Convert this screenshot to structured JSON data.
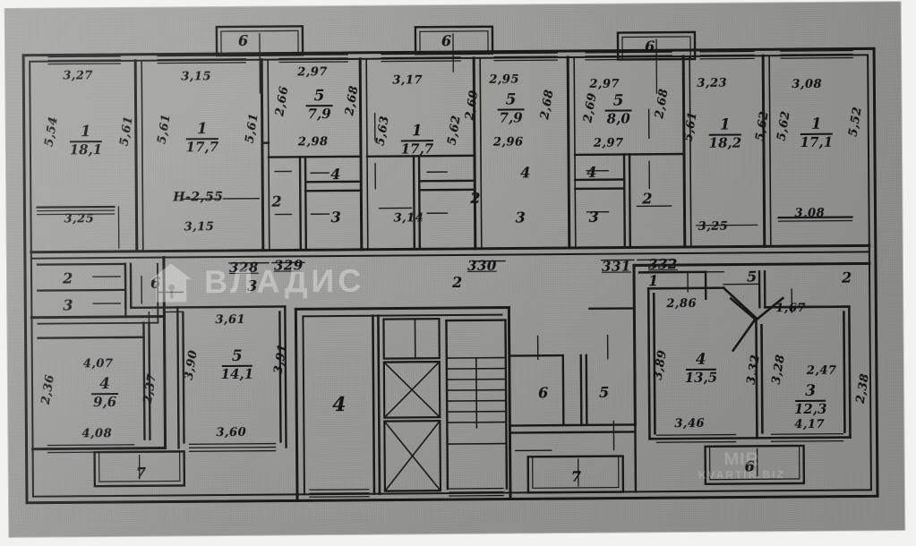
{
  "document": {
    "kind": "apartment-building-floor-plan",
    "sheet_background": "#a9a9a6",
    "ink_color": "#16161a"
  },
  "watermark": {
    "brand": "ВЛАДИС",
    "logo_icon": "house-with-key-icon",
    "secondary_line1": "MIR",
    "secondary_line2": "KVARTIR.BIZ"
  },
  "notes": {
    "ceiling_height": "H-2,55"
  },
  "apartment_numbers": [
    "328",
    "329",
    "330",
    "331",
    "332"
  ],
  "balconies_top": [
    "6",
    "6",
    "6"
  ],
  "balconies_bottom": [
    "7",
    "7",
    "6"
  ],
  "apartments": [
    {
      "id": "apt-left-1",
      "rooms": [
        {
          "num": "1",
          "area": "18,1",
          "dims": {
            "top": "3,27",
            "left": "5,54",
            "right": "5,61",
            "bottom": "3,25"
          }
        }
      ]
    },
    {
      "id": "apt-left-2",
      "rooms": [
        {
          "num": "1",
          "area": "17,7",
          "dims": {
            "top": "3,15",
            "left": "5,61",
            "right": "5,61",
            "bottom": "3,15"
          }
        },
        {
          "num": "5",
          "area": "7,9",
          "dims": {
            "top": "2,97",
            "left": "2,66",
            "right": "2,68",
            "bottom": "2,98"
          }
        },
        {
          "num": "2",
          "area": "",
          "dims": {}
        },
        {
          "num": "3",
          "area": "",
          "dims": {}
        },
        {
          "num": "4",
          "area": "",
          "dims": {}
        }
      ]
    },
    {
      "id": "apt-center-3",
      "rooms": [
        {
          "num": "1",
          "area": "17,7",
          "dims": {
            "top": "3,17",
            "left": "5,63",
            "right": "5,62",
            "bottom": "3,14"
          }
        },
        {
          "num": "5",
          "area": "7,9",
          "dims": {
            "top": "2,95",
            "left": "2,69",
            "right": "2,68",
            "bottom": "2,96"
          }
        },
        {
          "num": "2",
          "area": "",
          "dims": {}
        },
        {
          "num": "3",
          "area": "",
          "dims": {}
        },
        {
          "num": "4",
          "area": "",
          "dims": {}
        }
      ]
    },
    {
      "id": "apt-center-4",
      "rooms": [
        {
          "num": "5",
          "area": "8,0",
          "dims": {
            "top": "2,97",
            "left": "2,69",
            "right": "2,68",
            "bottom": "2,97"
          }
        },
        {
          "num": "2",
          "area": "",
          "dims": {}
        },
        {
          "num": "3",
          "area": "",
          "dims": {}
        },
        {
          "num": "4",
          "area": "",
          "dims": {}
        }
      ]
    },
    {
      "id": "apt-right-5",
      "rooms": [
        {
          "num": "1",
          "area": "18,2",
          "dims": {
            "top": "3,23",
            "left": "5,61",
            "right": "5,62",
            "bottom": "3,25"
          }
        },
        {
          "num": "1",
          "area": "17,1",
          "dims": {
            "top": "3,08",
            "left": "5,62",
            "right": "5,52",
            "bottom": "3,08"
          }
        }
      ]
    },
    {
      "id": "apt-lower-left",
      "rooms": [
        {
          "num": "4",
          "area": "9,6",
          "dims": {
            "top": "4,07",
            "left": "2,36",
            "right": "2,37",
            "bottom": "4,08"
          }
        },
        {
          "num": "5",
          "area": "14,1",
          "dims": {
            "top": "3,61",
            "left": "3,90",
            "right": "3,91",
            "bottom": "3,60"
          }
        },
        {
          "num": "6",
          "area": "",
          "dims": {}
        },
        {
          "num": "2",
          "area": "",
          "dims": {}
        },
        {
          "num": "3",
          "area": "",
          "dims": {}
        },
        {
          "num": "3",
          "area": "",
          "dims": {}
        }
      ]
    },
    {
      "id": "apt-lower-right",
      "rooms": [
        {
          "num": "4",
          "area": "13,5",
          "dims": {
            "top": "2,86",
            "left": "3,89",
            "right": "3,32",
            "bottom": "3,46"
          }
        },
        {
          "num": "3",
          "area": "12,3",
          "dims": {
            "top": "2,47",
            "left": "3,28",
            "right": "2,38",
            "bottom": "4,17",
            "extra": "1,67"
          }
        },
        {
          "num": "5",
          "area": "",
          "dims": {}
        },
        {
          "num": "2",
          "area": "",
          "dims": {}
        },
        {
          "num": "1",
          "area": "",
          "dims": {}
        }
      ]
    }
  ],
  "core": {
    "stair_label": "stairwell",
    "elevator_label": "elevator-shaft",
    "hall_rooms": [
      "4",
      "6",
      "5",
      "7",
      "7"
    ]
  },
  "labels": {
    "dim_3_27": "3,27",
    "dim_5_54": "5,54",
    "dim_5_61a": "5,61",
    "dim_3_25a": "3,25",
    "dim_3_15a": "3,15",
    "dim_5_61b": "5,61",
    "dim_5_61c": "5,61",
    "dim_3_15b": "3,15",
    "dim_2_97a": "2,97",
    "dim_2_66": "2,66",
    "dim_2_68a": "2,68",
    "dim_2_98": "2,98",
    "dim_3_17": "3,17",
    "dim_5_63": "5,63",
    "dim_5_62a": "5,62",
    "dim_3_14": "3,14",
    "dim_2_95": "2,95",
    "dim_2_69a": "2,69",
    "dim_2_68b": "2,68",
    "dim_2_96": "2,96",
    "dim_2_97b": "2,97",
    "dim_2_69b": "2,69",
    "dim_2_68c": "2,68",
    "dim_2_97c": "2,97",
    "dim_3_23": "3,23",
    "dim_5_61d": "5,61",
    "dim_5_62b": "5,62",
    "dim_3_25b": "3,25",
    "dim_3_08a": "3,08",
    "dim_5_62c": "5,62",
    "dim_5_52": "5,52",
    "dim_3_08b": "3,08",
    "dim_4_07": "4,07",
    "dim_2_36": "2,36",
    "dim_2_37": "2,37",
    "dim_4_08": "4,08",
    "dim_3_61": "3,61",
    "dim_3_90": "3,90",
    "dim_3_91": "3,91",
    "dim_3_60": "3,60",
    "dim_2_86": "2,86",
    "dim_3_89": "3,89",
    "dim_3_32": "3,32",
    "dim_3_46": "3,46",
    "dim_1_67": "1,67",
    "dim_3_28": "3,28",
    "dim_2_47": "2,47",
    "dim_2_38": "2,38",
    "dim_4_17": "4,17",
    "area_18_1": "18,1",
    "area_17_7a": "17,7",
    "area_7_9a": "7,9",
    "area_17_7b": "17,7",
    "area_7_9b": "7,9",
    "area_8_0": "8,0",
    "area_18_2": "18,2",
    "area_17_1": "17,1",
    "area_9_6": "9,6",
    "area_14_1": "14,1",
    "area_13_5": "13,5",
    "area_12_3": "12,3",
    "n1": "1",
    "n2": "2",
    "n3": "3",
    "n4": "4",
    "n5": "5",
    "n6": "6",
    "n7": "7",
    "apt328": "328",
    "apt329": "329",
    "apt330": "330",
    "apt331": "331",
    "apt332": "332",
    "height_note": "H-2,55"
  }
}
